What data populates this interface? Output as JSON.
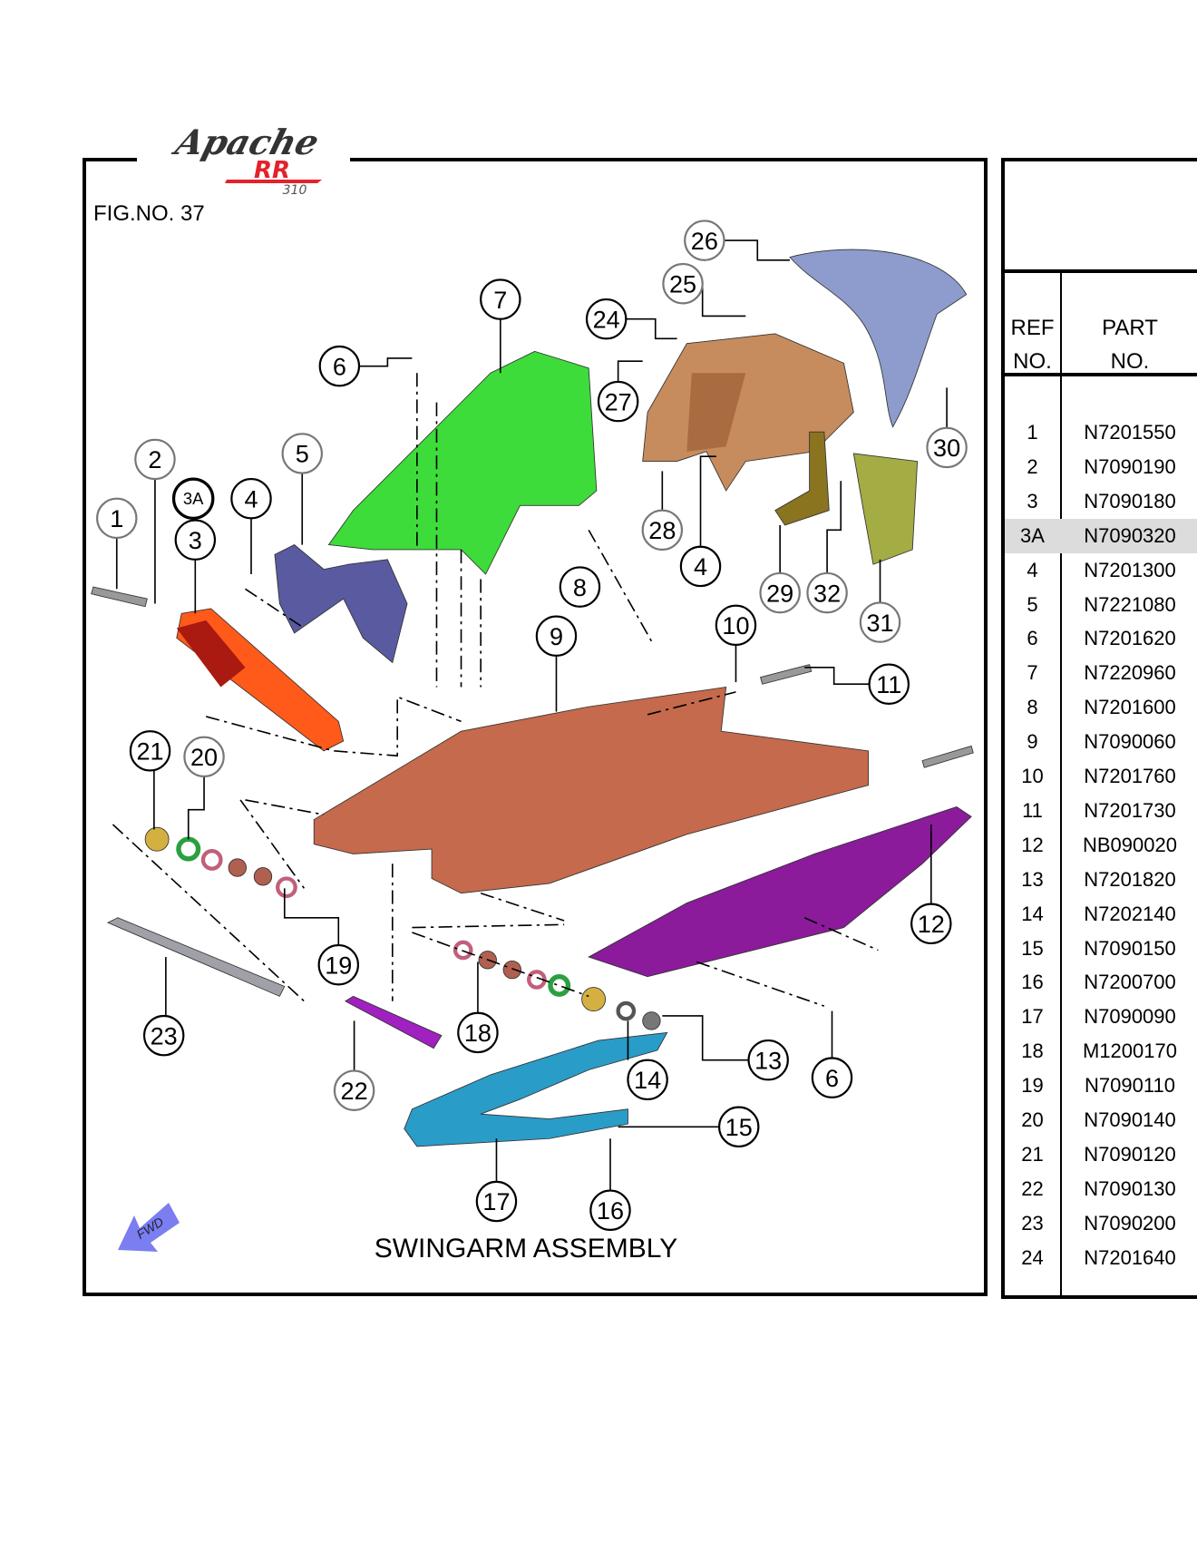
{
  "logo": {
    "text": "Apache RR 310"
  },
  "figure": {
    "number_label": "FIG.NO. 37",
    "title": "SWINGARM ASSEMBLY",
    "fwd_label": "FWD"
  },
  "table": {
    "header_ref": [
      "REF",
      "NO."
    ],
    "header_part": [
      "PART",
      "NO."
    ],
    "rows": [
      {
        "ref": "1",
        "part": "N7201550"
      },
      {
        "ref": "2",
        "part": "N7090190"
      },
      {
        "ref": "3",
        "part": "N7090180"
      },
      {
        "ref": "3A",
        "part": "N7090320",
        "highlighted": true
      },
      {
        "ref": "4",
        "part": "N7201300"
      },
      {
        "ref": "5",
        "part": "N7221080"
      },
      {
        "ref": "6",
        "part": "N7201620"
      },
      {
        "ref": "7",
        "part": "N7220960"
      },
      {
        "ref": "8",
        "part": "N7201600"
      },
      {
        "ref": "9",
        "part": "N7090060"
      },
      {
        "ref": "10",
        "part": "N7201760"
      },
      {
        "ref": "11",
        "part": "N7201730"
      },
      {
        "ref": "12",
        "part": "NB090020"
      },
      {
        "ref": "13",
        "part": "N7201820"
      },
      {
        "ref": "14",
        "part": "N7202140"
      },
      {
        "ref": "15",
        "part": "N7090150"
      },
      {
        "ref": "16",
        "part": "N7200700"
      },
      {
        "ref": "17",
        "part": "N7090090"
      },
      {
        "ref": "18",
        "part": "M1200170"
      },
      {
        "ref": "19",
        "part": "N7090110"
      },
      {
        "ref": "20",
        "part": "N7090140"
      },
      {
        "ref": "21",
        "part": "N7090120"
      },
      {
        "ref": "22",
        "part": "N7090130"
      },
      {
        "ref": "23",
        "part": "N7090200"
      },
      {
        "ref": "24",
        "part": "N7201640"
      }
    ]
  },
  "diagram": {
    "callouts": [
      "1",
      "2",
      "3A",
      "3",
      "4",
      "5",
      "6",
      "7",
      "24",
      "25",
      "26",
      "27",
      "28",
      "4",
      "8",
      "9",
      "10",
      "11",
      "29",
      "32",
      "31",
      "30",
      "12",
      "21",
      "20",
      "19",
      "23",
      "22",
      "18",
      "14",
      "13",
      "6",
      "15",
      "17",
      "16"
    ],
    "part_colors": {
      "rear_fender": "#3ddc3a",
      "shock_absorber": "#ff5a1a",
      "swingarm": "#c56a4c",
      "chain_guard": "#8b1b9b",
      "chain_slider": "#2a9cc8",
      "hugger": "#c68c5e",
      "mudguard": "#8d9ccc",
      "bracket": "#a4ac44",
      "fwd_arrow": "#7b7ef0"
    }
  }
}
